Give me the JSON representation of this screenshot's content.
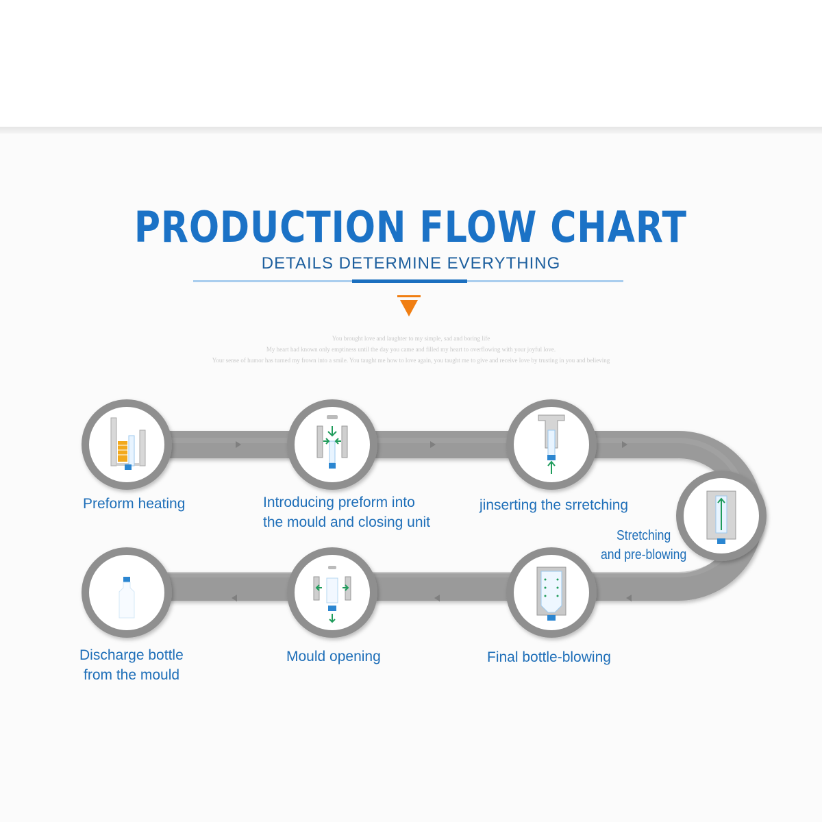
{
  "header": {
    "title": "PRODUCTION FLOW CHART",
    "subtitle": "DETAILS DETERMINE EVERYTHING"
  },
  "caption_lines": [
    "You brought love and laughter to my simple, sad and boring life",
    "My heart had known only emptiness until the day you came and filled my heart to overflowing with your joyful love.",
    "Your sense of humor has turned my frown into a smile. You taught me how to love again, you taught me to give and receive love by trusting in you and believing"
  ],
  "steps": [
    {
      "id": "preform-heating",
      "label_lines": [
        "Preform heating"
      ],
      "icon": "heater-icon"
    },
    {
      "id": "introducing-preform",
      "label_lines": [
        "Introducing preform into",
        "the mould and closing unit"
      ],
      "icon": "mould-closing-icon"
    },
    {
      "id": "inserting-stretching",
      "label_lines": [
        "jinserting the srretching"
      ],
      "icon": "stretch-rod-icon"
    },
    {
      "id": "stretching-preblowing",
      "label_lines": [
        "Stretching",
        "and pre-blowing"
      ],
      "icon": "pre-blow-icon"
    },
    {
      "id": "final-blowing",
      "label_lines": [
        "Final bottle-blowing"
      ],
      "icon": "final-blow-icon"
    },
    {
      "id": "mould-opening",
      "label_lines": [
        "Mould opening"
      ],
      "icon": "mould-opening-icon"
    },
    {
      "id": "discharge-bottle",
      "label_lines": [
        "Discharge bottle",
        "from the mould"
      ],
      "icon": "bottle-icon"
    }
  ],
  "colors": {
    "title": "#1b72c6",
    "label": "#1d6eb8",
    "accent": "#f07e12",
    "track": "#9a9a9a",
    "node_ring": "#8c8c8c"
  }
}
